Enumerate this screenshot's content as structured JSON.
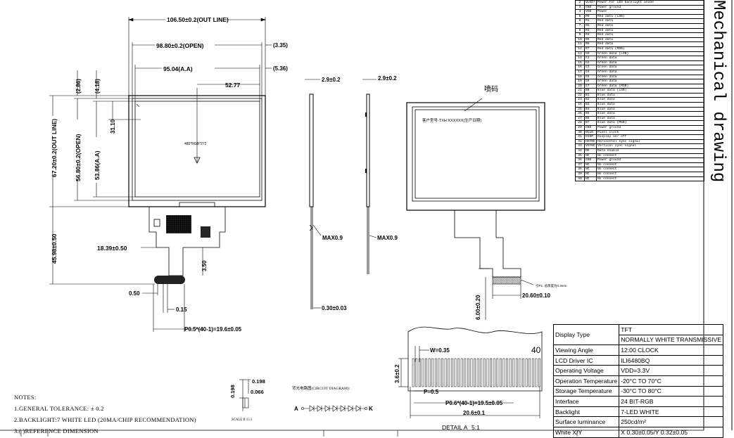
{
  "dimensions": {
    "outline_width": "106.50±0.2(OUT LINE)",
    "open_width": "98.80±0.2(OPEN)",
    "aa_width": "95.04(A.A)",
    "center_x": "52.77",
    "right_offset_1": "(3.35)",
    "right_offset_2": "(5.36)",
    "outline_height": "67.20±0.2(OUT LINE)",
    "open_height": "56.80±0.2(OPEN)",
    "aa_height": "53.86(A.A)",
    "top_offset_1": "(2.86)",
    "top_offset_2": "(4.18)",
    "center_y": "31.10",
    "resolution": "480*RGB*272",
    "fpc_length": "45.98±0.50",
    "fpc_offset": "18.39±0.50",
    "fpc_tab": "3.50",
    "pad_width": "0.50",
    "pad_gap": "0.15",
    "pitch": "P0.5*(40-1)=19.6±0.05",
    "thickness": "2.9±0.2",
    "thickness_side": "2.9±0.2",
    "max_1": "MAX0.9",
    "max_2": "MAX0.9",
    "fpc_thickness": "0.30±0.03",
    "front_label": "喷码",
    "front_text": "客户型号-TXH XXXXXX(生产日期)",
    "front_tab": "6.00±0.20",
    "front_width": "20.60±0.10",
    "pin1_note": "引P1, 总厚度为0.3mm",
    "detail_w": "W=0.35",
    "detail_pin": "40",
    "detail_h": "3.6±0.2",
    "detail_p": "P=0.5",
    "detail_pitch": "P0.6*(40-1)=19.5±0.05",
    "detail_total": "20.6±0.1",
    "detail_label": "DETAIL A",
    "detail_scale": "5:1",
    "scale_b": "SCALE B 15:1",
    "dim_0198": "0.198",
    "dim_0198b": "0.198",
    "dim_0066": "0.066",
    "circuit_label": "背光电路图(CIRCUIT DIAGRAM):",
    "circuit_a": "A",
    "circuit_k": "K"
  },
  "notes": {
    "title": "NOTES:",
    "line1": "1.GENERAL TOLERANCE: ± 0.2",
    "line2": "2.BACKLIGHT:7 WHITE LED (20MA/CHIP RECOMMENDATION)",
    "line3": "3.( )REFERENCE DIMENSION"
  },
  "title": "Mechanical drawing",
  "pins": [
    [
      "2",
      "VLED+",
      "Power for LED backlight anode"
    ],
    [
      "3",
      "GND",
      "Power ground"
    ],
    [
      "4",
      "VDD",
      "Power"
    ],
    [
      "5",
      "R0",
      "Red data (LSB)"
    ],
    [
      "6",
      "R1",
      "Red data"
    ],
    [
      "7",
      "R2",
      "Red data"
    ],
    [
      "8",
      "R3",
      "Red data"
    ],
    [
      "9",
      "R4",
      "Red data"
    ],
    [
      "10",
      "R5",
      "Red data"
    ],
    [
      "11",
      "R6",
      "Red data"
    ],
    [
      "12",
      "R7",
      "Red data (MSB)"
    ],
    [
      "13",
      "G0",
      "Green data (LSB)"
    ],
    [
      "14",
      "G1",
      "Green data"
    ],
    [
      "15",
      "G2",
      "Green data"
    ],
    [
      "16",
      "G3",
      "Green data"
    ],
    [
      "17",
      "G4",
      "Green data"
    ],
    [
      "18",
      "G5",
      "Green data"
    ],
    [
      "19",
      "G6",
      "Green data"
    ],
    [
      "20",
      "G7",
      "Green data (MSB)"
    ],
    [
      "21",
      "B0",
      "Blue data (LSB)"
    ],
    [
      "22",
      "B1",
      "Blue data"
    ],
    [
      "23",
      "B2",
      "Blue data"
    ],
    [
      "24",
      "B3",
      "Blue data"
    ],
    [
      "25",
      "B4",
      "Blue data"
    ],
    [
      "26",
      "B5",
      "Blue data"
    ],
    [
      "27",
      "B6",
      "Blue data"
    ],
    [
      "28",
      "B7",
      "Blue data (MSB)"
    ],
    [
      "29",
      "GND",
      "Power ground"
    ],
    [
      "30",
      "DCLK",
      "Pixel clock"
    ],
    [
      "31",
      "DISP",
      "Display on/ off"
    ],
    [
      "32",
      "HSYNC",
      "Horizontal sync signal"
    ],
    [
      "33",
      "VSYNC",
      "Vertical sync signal"
    ],
    [
      "34",
      "DE",
      "Data enable"
    ],
    [
      "35",
      "NC",
      "No connect"
    ],
    [
      "36",
      "GND",
      "Power ground"
    ],
    [
      "37",
      "NC",
      "No connect"
    ],
    [
      "38",
      "NC",
      "No connect"
    ],
    [
      "39",
      "NC",
      "No connect"
    ],
    [
      "40",
      "NC",
      "No connect"
    ]
  ],
  "spec": [
    {
      "key": "Display Type",
      "values": [
        "TFT",
        "NORMALLY WHITE TRANSMISSIVE"
      ]
    },
    {
      "key": "Viewing Angle",
      "values": [
        "12:00 CLOCK"
      ]
    },
    {
      "key": "LCD Driver IC",
      "values": [
        "ILI6480BQ"
      ]
    },
    {
      "key": "Operating Voltage",
      "values": [
        "VDD=3.3V"
      ]
    },
    {
      "key": "Operation Temperature",
      "values": [
        "-20°C TO 70°C"
      ]
    },
    {
      "key": "Storage Temperature",
      "values": [
        "-30°C TO 80°C"
      ]
    },
    {
      "key": "Interface",
      "values": [
        "24 BIT-RGB"
      ]
    },
    {
      "key": "Backlight",
      "values": [
        "7-LED WHITE"
      ]
    },
    {
      "key": "Surface luminance",
      "values": [
        "250cd/m²"
      ]
    },
    {
      "key": "White X/Y",
      "values": [
        "X 0.30±0.05/Y 0.32±0.05"
      ]
    }
  ]
}
